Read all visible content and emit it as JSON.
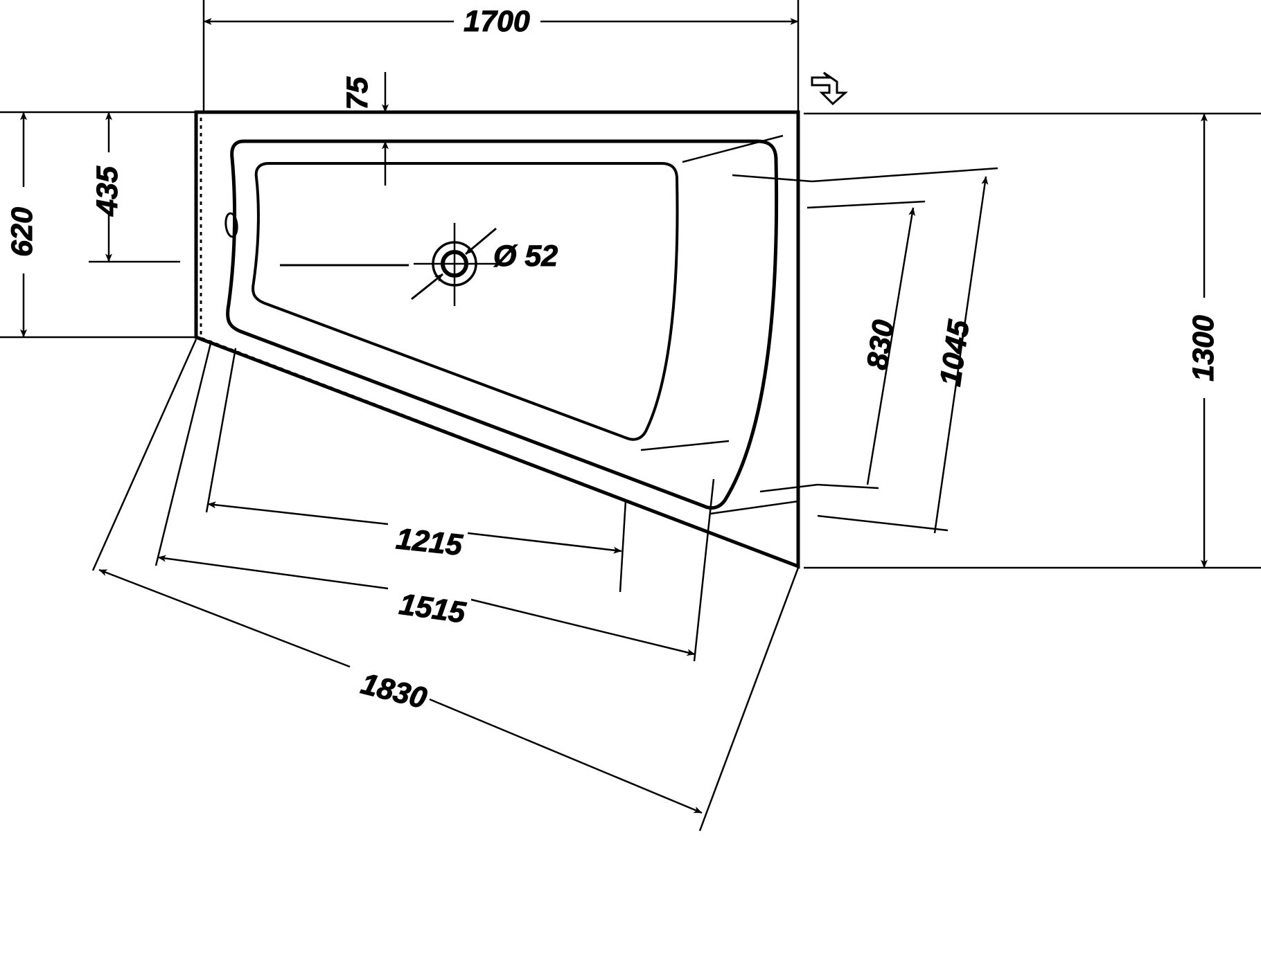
{
  "drawing": {
    "type": "technical-dimension-drawing",
    "subject": "corner bathtub top view",
    "units": "mm",
    "line_color": "#000000",
    "background_color": "#ffffff"
  },
  "dimensions": {
    "overall_width_top": "1700",
    "rim_offset_top": "75",
    "left_overall_height": "620",
    "left_inner_height": "435",
    "drain_diameter": "Ø 52",
    "right_inner_short": "830",
    "right_inner_long": "1045",
    "right_overall_height": "1300",
    "bottom_inner_short": "1215",
    "bottom_middle": "1515",
    "bottom_overall": "1830"
  },
  "icons": {
    "flow_direction": "flow-direction-arrow-icon",
    "drain": "drain-crosshair-icon",
    "overflow": "overflow-hole-icon"
  }
}
